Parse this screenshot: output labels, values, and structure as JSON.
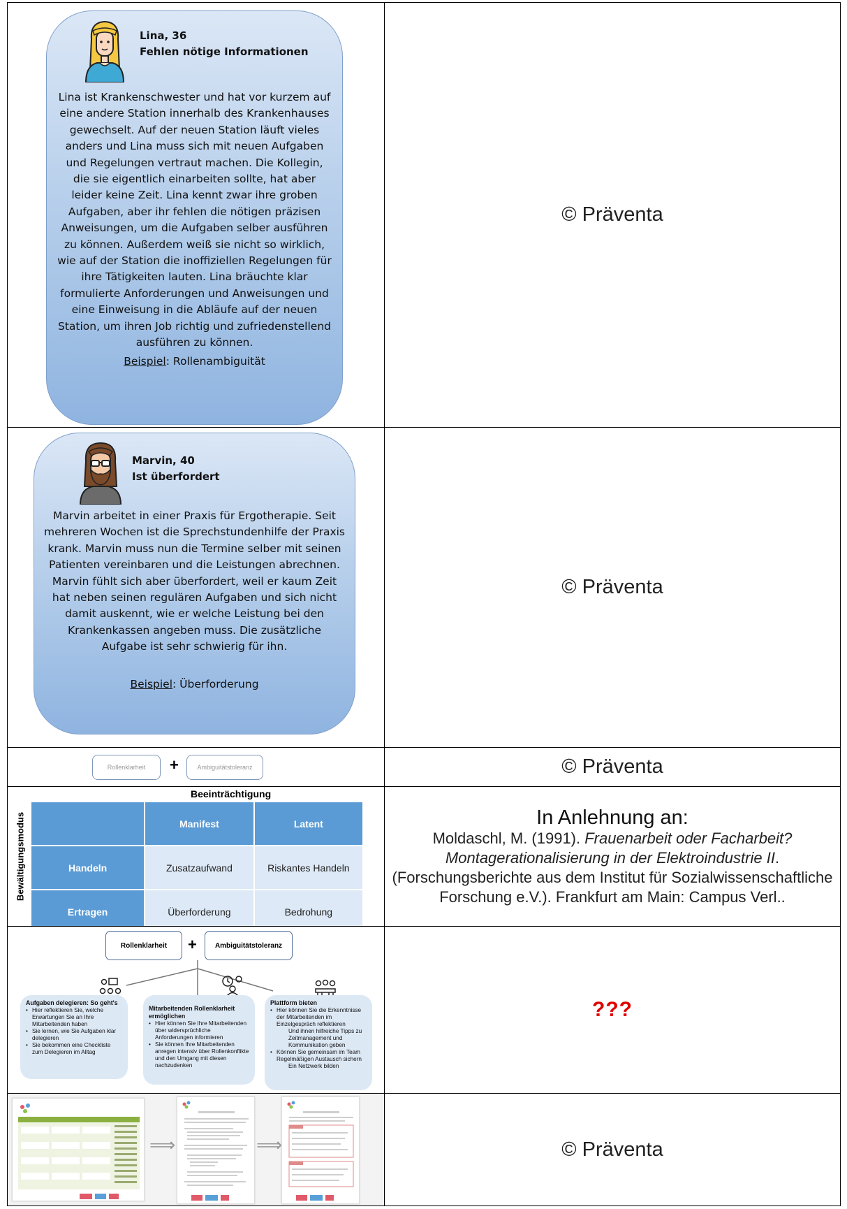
{
  "credit": "© Präventa",
  "persona1": {
    "head_line1": "Lina, 36",
    "head_line2": "Fehlen nötige Informationen",
    "body": "Lina ist Krankenschwester und hat vor kurzem auf eine andere Station innerhalb des Krankenhauses gewechselt. Auf der neuen Station läuft vieles anders und Lina muss sich mit neuen Aufgaben und Regelungen vertraut machen. Die Kollegin, die sie eigentlich einarbeiten sollte, hat aber leider keine Zeit. Lina kennt zwar ihre groben Aufgaben, aber ihr fehlen die nötigen präzisen Anweisungen, um die Aufgaben selber ausführen zu können. Außerdem weiß sie nicht so wirklich, wie auf der Station die inoffiziellen Regelungen für ihre Tätigkeiten lauten. Lina bräuchte klar formulierte Anforderungen und Anweisungen und eine Einweisung in die Abläufe auf der neuen Station, um ihren Job richtig und zufriedenstellend ausführen zu können.",
    "example_label": "Beispiel",
    "example_value": ": Rollenambiguität"
  },
  "persona2": {
    "head_line1": "Marvin, 40",
    "head_line2": "Ist überfordert",
    "body": "Marvin arbeitet in einer Praxis für Ergotherapie. Seit mehreren Wochen ist die Sprechstundenhilfe der Praxis krank. Marvin muss nun die Termine selber mit seinen Patienten vereinbaren und die Leistungen abrechnen. Marvin fühlt sich aber überfordert, weil er kaum Zeit hat neben seinen regulären Aufgaben und sich nicht damit auskennt, wie er welche Leistung bei den Krankenkassen angeben muss. Die zusätzliche Aufgabe ist sehr schwierig für ihn.",
    "example_label": "Beispiel",
    "example_value": ": Überforderung"
  },
  "row3": {
    "box_left": "Rollenklarheit",
    "plus": "+",
    "box_right": "Ambiguitätstoleranz"
  },
  "matrix": {
    "top_label": "Beeinträchtigung",
    "side_label": "Bewältigungsmodus",
    "col_headers": [
      "Manifest",
      "Latent"
    ],
    "rows": [
      {
        "label": "Handeln",
        "cells": [
          "Zusatzaufwand",
          "Riskantes Handeln"
        ]
      },
      {
        "label": "Ertragen",
        "cells": [
          "Überforderung",
          "Bedrohung"
        ]
      }
    ]
  },
  "reference": {
    "head": "In Anlehnung an:",
    "plain1": "Moldaschl, M. (1991). ",
    "italic": "Frauenarbeit oder Facharbeit? Montagerationalisierung in der Elektroindustrie II",
    "plain2": ". (Forschungsberichte aus dem Institut für Sozialwissenschaftliche Forschung e.V.). Frankfurt am Main: Campus Verl.."
  },
  "diagram": {
    "box_left": "Rollenklarheit",
    "plus": "+",
    "box_right": "Ambiguitätstoleranz",
    "card1": {
      "title": "Aufgaben delegieren: So geht's",
      "items": [
        "Hier reflektieren Sie, welche Erwartungen Sie an Ihre Mitarbeitenden haben",
        "Sie lernen, wie Sie Aufgaben klar delegieren",
        "Sie bekommen eine Checkliste zum Delegieren im Alltag"
      ]
    },
    "card2": {
      "title": "Mitarbeitenden Rollenklarheit ermöglichen",
      "items": [
        "Hier können Sie Ihre Mitarbeitenden über widersprüchliche Anforderungen informieren",
        "Sie können Ihre Mitarbeitenden anregen intensiv über Rollenkonflikte und den Umgang mit diesen nachzudenken"
      ]
    },
    "card3": {
      "title": "Plattform bieten",
      "item1": "Hier können Sie die Erkenntnisse der Mitarbeitenden im Einzelgespräch reflektieren",
      "item1b": "Und ihnen hilfreiche Tipps zu Zeitmanagement und Kommunikation geben",
      "item2": "Können Sie gemeinsam im Team Regelmäßigen Austausch sichern",
      "item2b": "Ein Netzwerk bilden"
    }
  },
  "unknown_mark": "???",
  "colors": {
    "card_blue": "#8fb4e0",
    "table_header": "#5b9bd5",
    "table_cell": "#dde9f6",
    "alert_red": "#e00000"
  }
}
